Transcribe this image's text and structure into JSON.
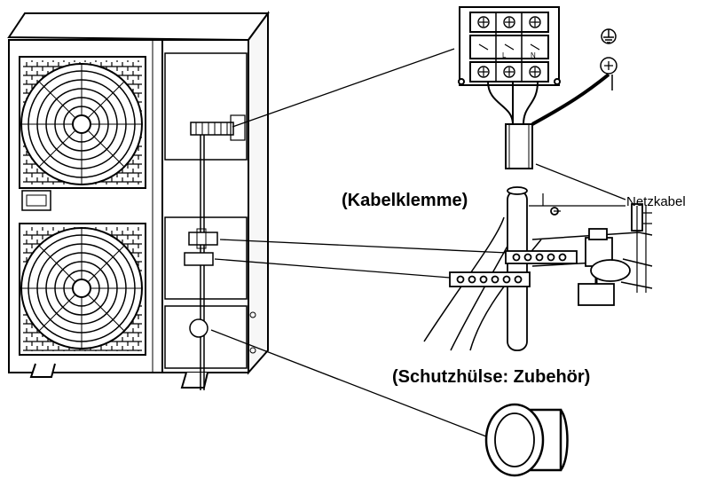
{
  "labels": {
    "power_cable": "Netzkabel",
    "cable_clamp": "(Kabelklemme)",
    "protective_sleeve": "(Schutzhülse: Zubehör)"
  },
  "terminal_block": {
    "marks": [
      "L",
      "N"
    ],
    "earth_symbol": "earth-ground-icon"
  },
  "colors": {
    "ink": "#000000",
    "paper": "#ffffff",
    "panel_fill": "#f4f4f4"
  }
}
